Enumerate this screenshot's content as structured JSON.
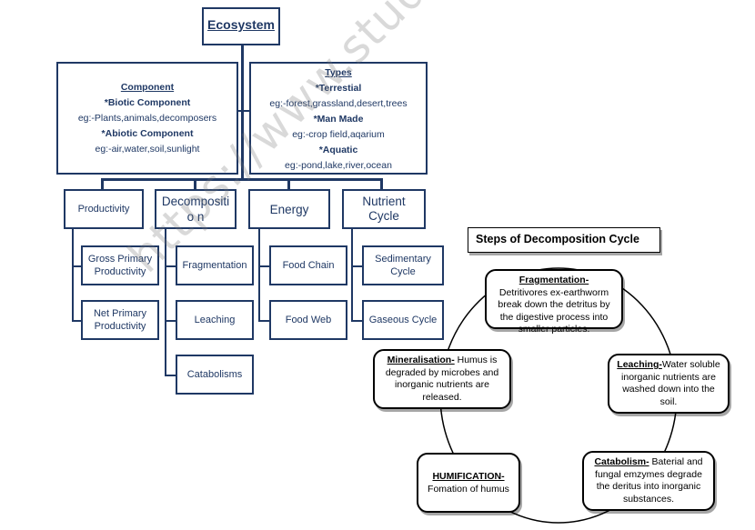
{
  "root": {
    "label": "Ecosystem"
  },
  "component": {
    "heading": "Component",
    "biotic_title": "*Biotic Component",
    "biotic_eg": "eg:-Plants,animals,decomposers",
    "abiotic_title": "*Abiotic Component",
    "abiotic_eg": "eg:-air,water,soil,sunlight"
  },
  "types": {
    "heading": "Types",
    "terrestial_title": "*Terrestial",
    "terrestial_eg": "eg:-forest,grassland,desert,trees",
    "manmade_title": "*Man Made",
    "manmade_eg": "eg:-crop field,aqarium",
    "aquatic_title": "*Aquatic",
    "aquatic_eg": "eg:-pond,lake,river,ocean"
  },
  "categories": {
    "productivity": "Productivity",
    "decomposition": "Decompositio n",
    "energy": "Energy",
    "nutrient_cycle": "Nutrient Cycle"
  },
  "sub": {
    "gross_primary": "Gross Primary Productivity",
    "net_primary": "Net Primary Productivity",
    "fragmentation": "Fragmentation",
    "leaching": "Leaching",
    "catabolisms": "Catabolisms",
    "food_chain": "Food Chain",
    "food_web": "Food Web",
    "sedimentary": "Sedimentary Cycle",
    "gaseous": "Gaseous Cycle"
  },
  "steps": {
    "title": "Steps of Decomposition Cycle",
    "fragmentation_title": "Fragmentation-",
    "fragmentation_text": "Detritivores ex-earthworm break down the detritus by the digestive process into smaller particles.",
    "leaching_title": "Leaching-",
    "leaching_text": "Water soluble inorganic nutrients are washed down into the soil.",
    "catabolism_title": "Catabolism-",
    "catabolism_text": "Baterial and fungal emzymes degrade the deritus into inorganic substances.",
    "humification_title": "HUMIFICATION-",
    "humification_text": "Fomation of humus",
    "mineralisation_title": "Mineralisation-",
    "mineralisation_text": "Humus is degraded by microbes and inorganic nutrients are released."
  },
  "watermark": "https://www.studiestoday.com",
  "colors": {
    "navy": "#1f3864",
    "black": "#000000"
  }
}
